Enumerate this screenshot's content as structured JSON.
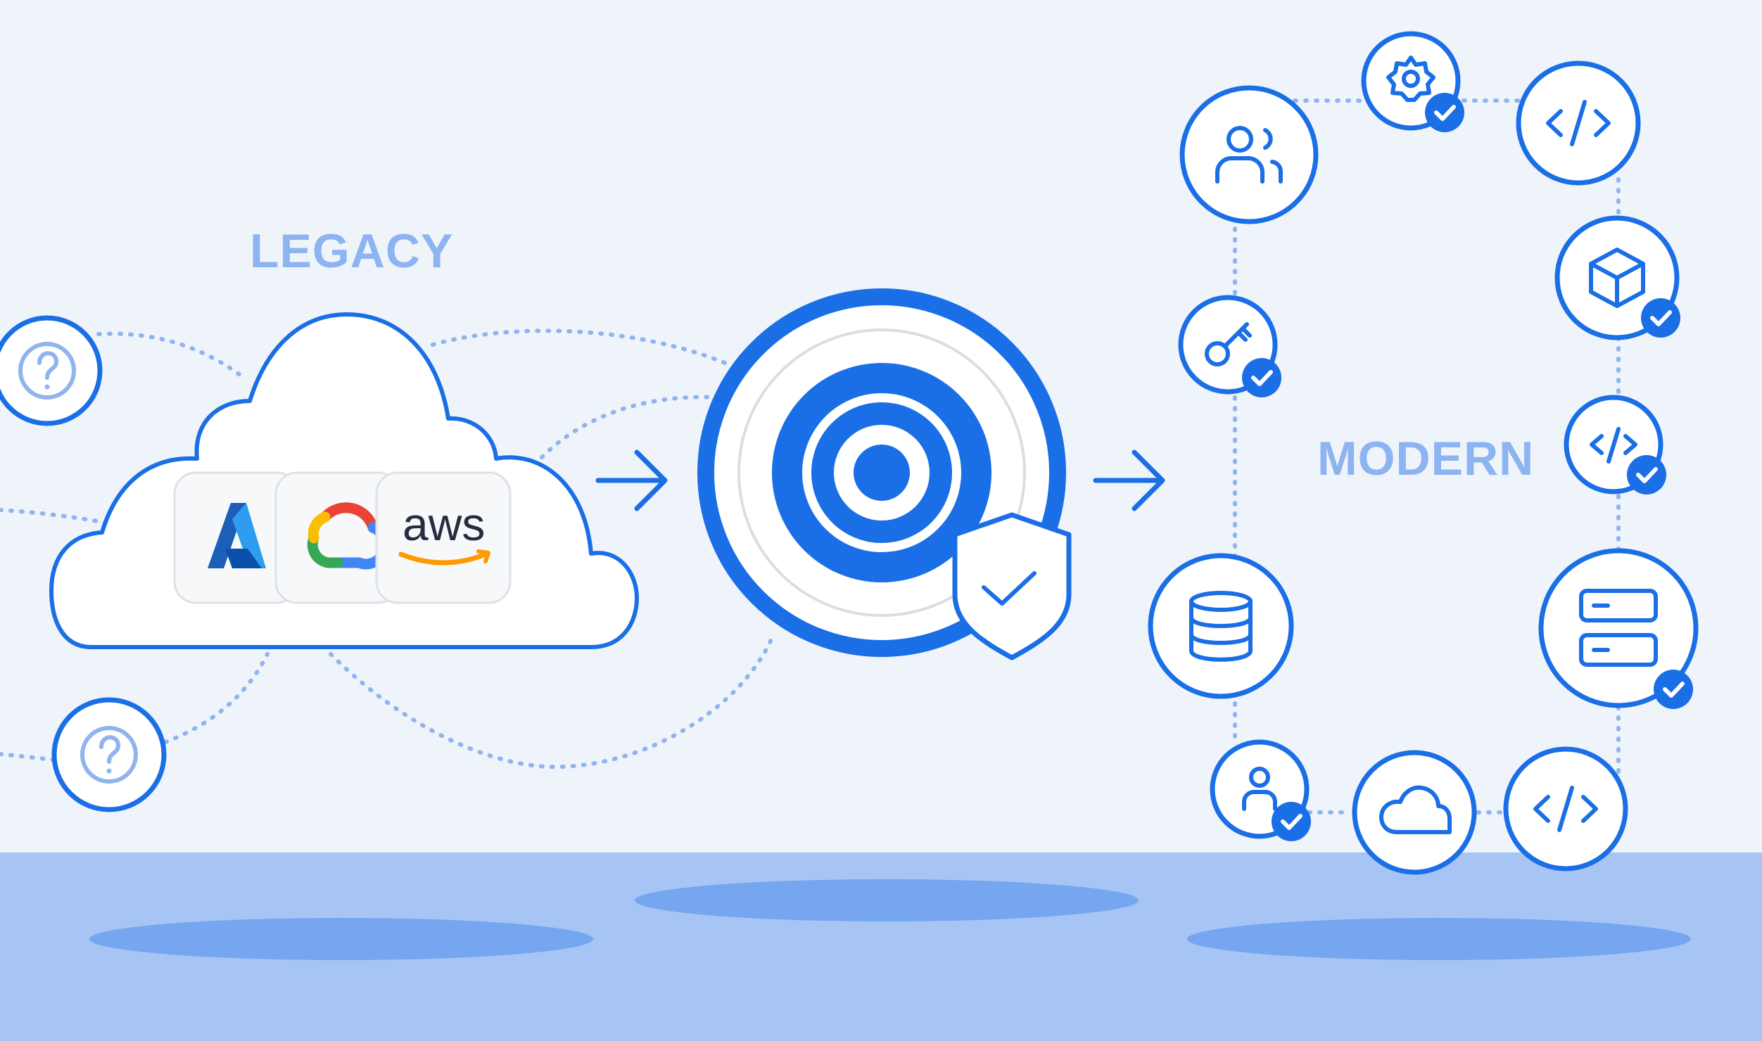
{
  "labels": {
    "legacy": "LEGACY",
    "modern": "MODERN"
  },
  "providers": [
    {
      "name": "Azure",
      "icon": "azure-logo"
    },
    {
      "name": "Google Cloud",
      "icon": "google-cloud-logo"
    },
    {
      "name": "aws",
      "icon": "aws-logo"
    }
  ],
  "legacy_unknowns": [
    "question-icon",
    "question-icon"
  ],
  "center": {
    "icon": "target-rings-icon",
    "badge": "shield-check-icon"
  },
  "modern_services": [
    {
      "icon": "users-icon",
      "verified": false
    },
    {
      "icon": "gear-icon",
      "verified": true
    },
    {
      "icon": "code-icon",
      "verified": false
    },
    {
      "icon": "key-icon",
      "verified": true
    },
    {
      "icon": "cube-icon",
      "verified": true
    },
    {
      "icon": "code-icon",
      "verified": true
    },
    {
      "icon": "database-icon",
      "verified": false
    },
    {
      "icon": "server-icon",
      "verified": true
    },
    {
      "icon": "user-icon",
      "verified": true
    },
    {
      "icon": "cloud-icon",
      "verified": false
    },
    {
      "icon": "code-icon",
      "verified": false
    }
  ],
  "colors": {
    "background": "#eff4fb",
    "accent": "#1a6ee6",
    "label": "#8cb4f0",
    "dashed": "#8fb4ee",
    "floor": "#a6c5f5",
    "floor_shadow": "#76a6f0"
  }
}
